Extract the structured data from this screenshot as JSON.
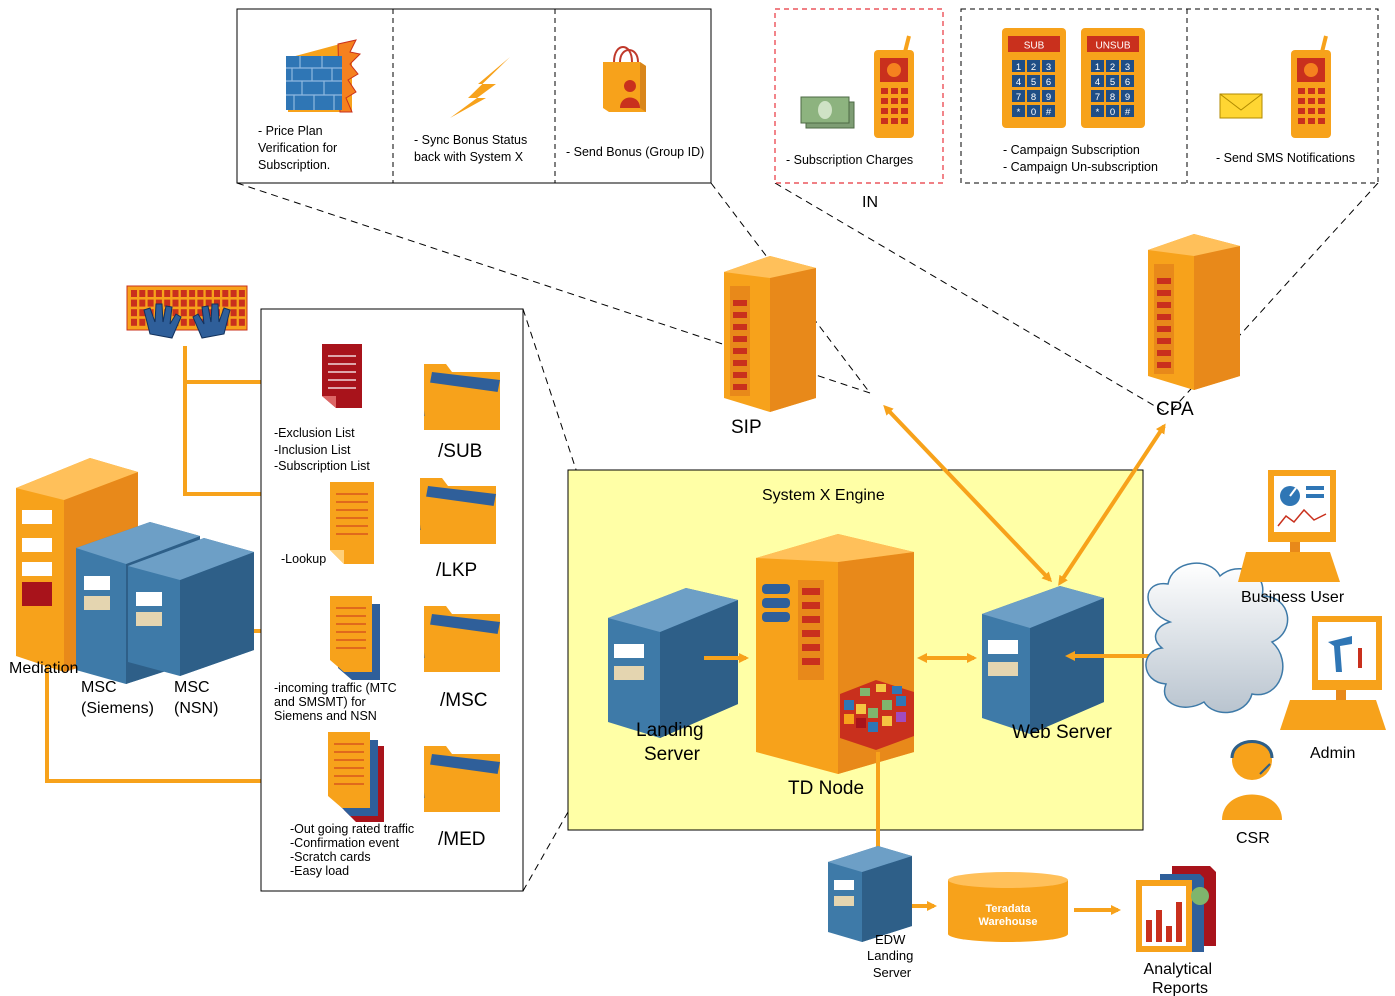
{
  "colors": {
    "orange": "#f7a21b",
    "orange_dark": "#e0861a",
    "server_blue": "#3e7aa8",
    "engine_fill": "#ffffa6",
    "red_dash": "#e8343c",
    "keypad_red": "#c0392b"
  },
  "top_panel": {
    "price_plan": [
      "- Price Plan",
      "Verification for",
      "Subscription."
    ],
    "sync_bonus": [
      "- Sync Bonus Status",
      "back with System X"
    ],
    "send_bonus": "- Send Bonus (Group ID)"
  },
  "in_panel": {
    "caption": "- Subscription Charges",
    "label": "IN"
  },
  "campaign_panel": {
    "sub_key": "SUB",
    "unsub_key": "UNSUB",
    "keypad": [
      "1",
      "2",
      "3",
      "4",
      "5",
      "6",
      "7",
      "8",
      "9",
      "*",
      "0",
      "#"
    ],
    "campaign_lines": [
      "- Campaign Subscription",
      "- Campaign Un-subscription"
    ],
    "sms_caption": "- Send SMS Notifications"
  },
  "servers": {
    "sip": "SIP",
    "cpa": "CPA"
  },
  "left": {
    "mediation": "Mediation",
    "msc_siemens": [
      "MSC",
      "(Siemens)"
    ],
    "msc_nsn": [
      "MSC",
      "(NSN)"
    ]
  },
  "files_panel": {
    "list_lines": [
      "-Exclusion List",
      "-Inclusion List",
      "-Subscription List"
    ],
    "lookup": "-Lookup",
    "traffic_lines": [
      "-incoming traffic (MTC",
      "and SMSMT) for",
      "Siemens and NSN"
    ],
    "out_lines": [
      "-Out going rated traffic",
      "-Confirmation event",
      "-Scratch cards",
      "-Easy load"
    ],
    "folders": [
      "/SUB",
      "/LKP",
      "/MSC",
      "/MED"
    ]
  },
  "engine": {
    "title": "System X Engine",
    "landing": [
      "Landing",
      "Server"
    ],
    "td_node": "TD Node",
    "web_server": "Web Server"
  },
  "users": {
    "business": "Business User",
    "admin": "Admin",
    "csr": "CSR"
  },
  "bottom": {
    "edw": [
      "EDW",
      "Landing",
      "Server"
    ],
    "warehouse": [
      "Teradata",
      "Warehouse"
    ],
    "reports": [
      "Analytical",
      "Reports"
    ]
  }
}
